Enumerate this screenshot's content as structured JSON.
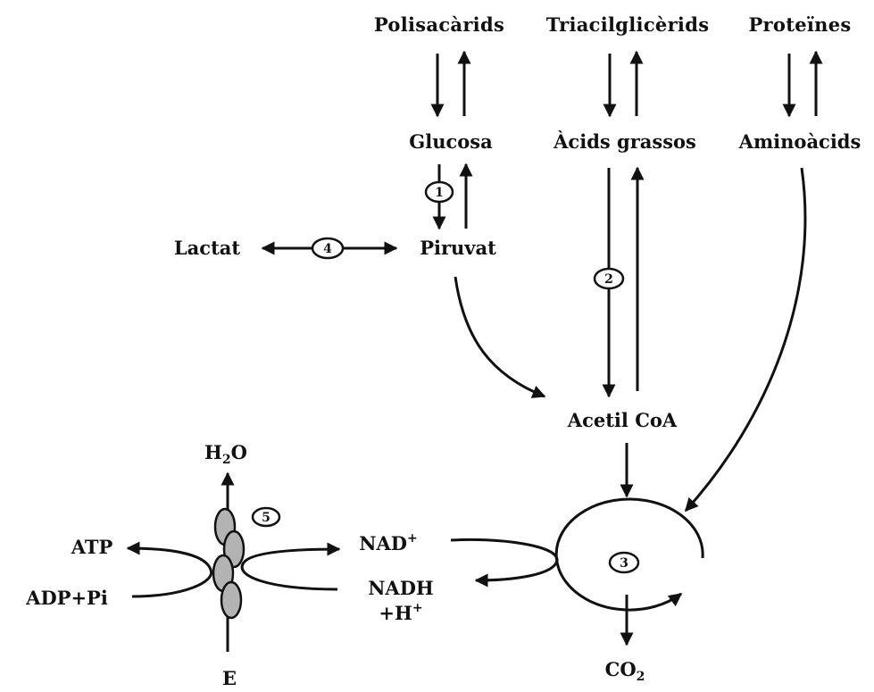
{
  "nodes": {
    "polisacarids": "Polisacàrids",
    "triacilglicerids": "Triacilglicèrids",
    "proteines": "Proteïnes",
    "glucosa": "Glucosa",
    "acids_grassos": "Àcids grassos",
    "aminoacids": "Aminoàcids",
    "lactat": "Lactat",
    "piruvat": "Piruvat",
    "acetil_coa": "Acetil CoA",
    "atp": "ATP",
    "adp_pi": "ADP+Pi",
    "nad": "NAD",
    "nad_sup": "+",
    "nadh": "NADH",
    "h_plus": "+H",
    "h_plus_sup": "+",
    "h2o_h": "H",
    "h2o_sub": "2",
    "h2o_o": "O",
    "co2_co": "CO",
    "co2_sub": "2",
    "e": "E"
  },
  "steps": [
    "1",
    "2",
    "3",
    "4",
    "5"
  ],
  "colors": {
    "ink": "#111111",
    "complex_fill": "#b3b3b3"
  }
}
